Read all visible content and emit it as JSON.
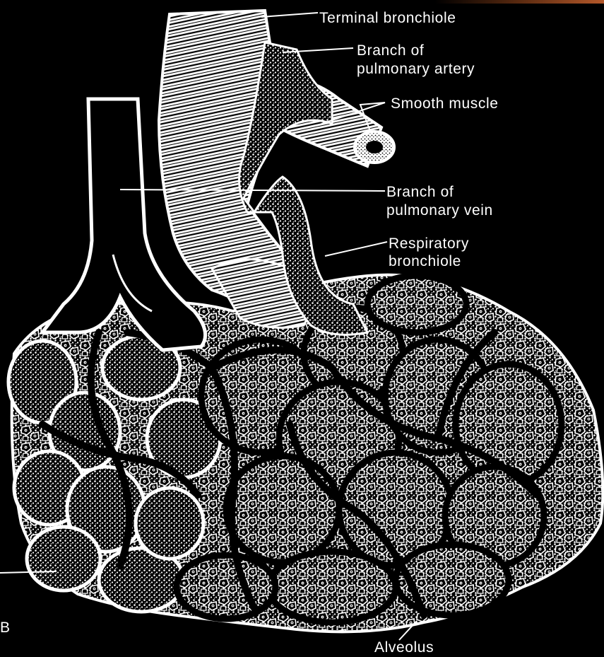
{
  "labels": {
    "terminal_bronchiole": "Terminal bronchiole",
    "artery_line1": "Branch of",
    "artery_line2": "pulmonary artery",
    "smooth_muscle": "Smooth muscle",
    "vein_line1": "Branch of",
    "vein_line2": "pulmonary vein",
    "resp_line1": "Respiratory",
    "resp_line2": "bronchiole",
    "alveolus": "Alveolus",
    "panel_letter": "B"
  },
  "colors": {
    "background": "#000000",
    "ink": "#ffffff",
    "corner_accent": "#b4582a"
  }
}
